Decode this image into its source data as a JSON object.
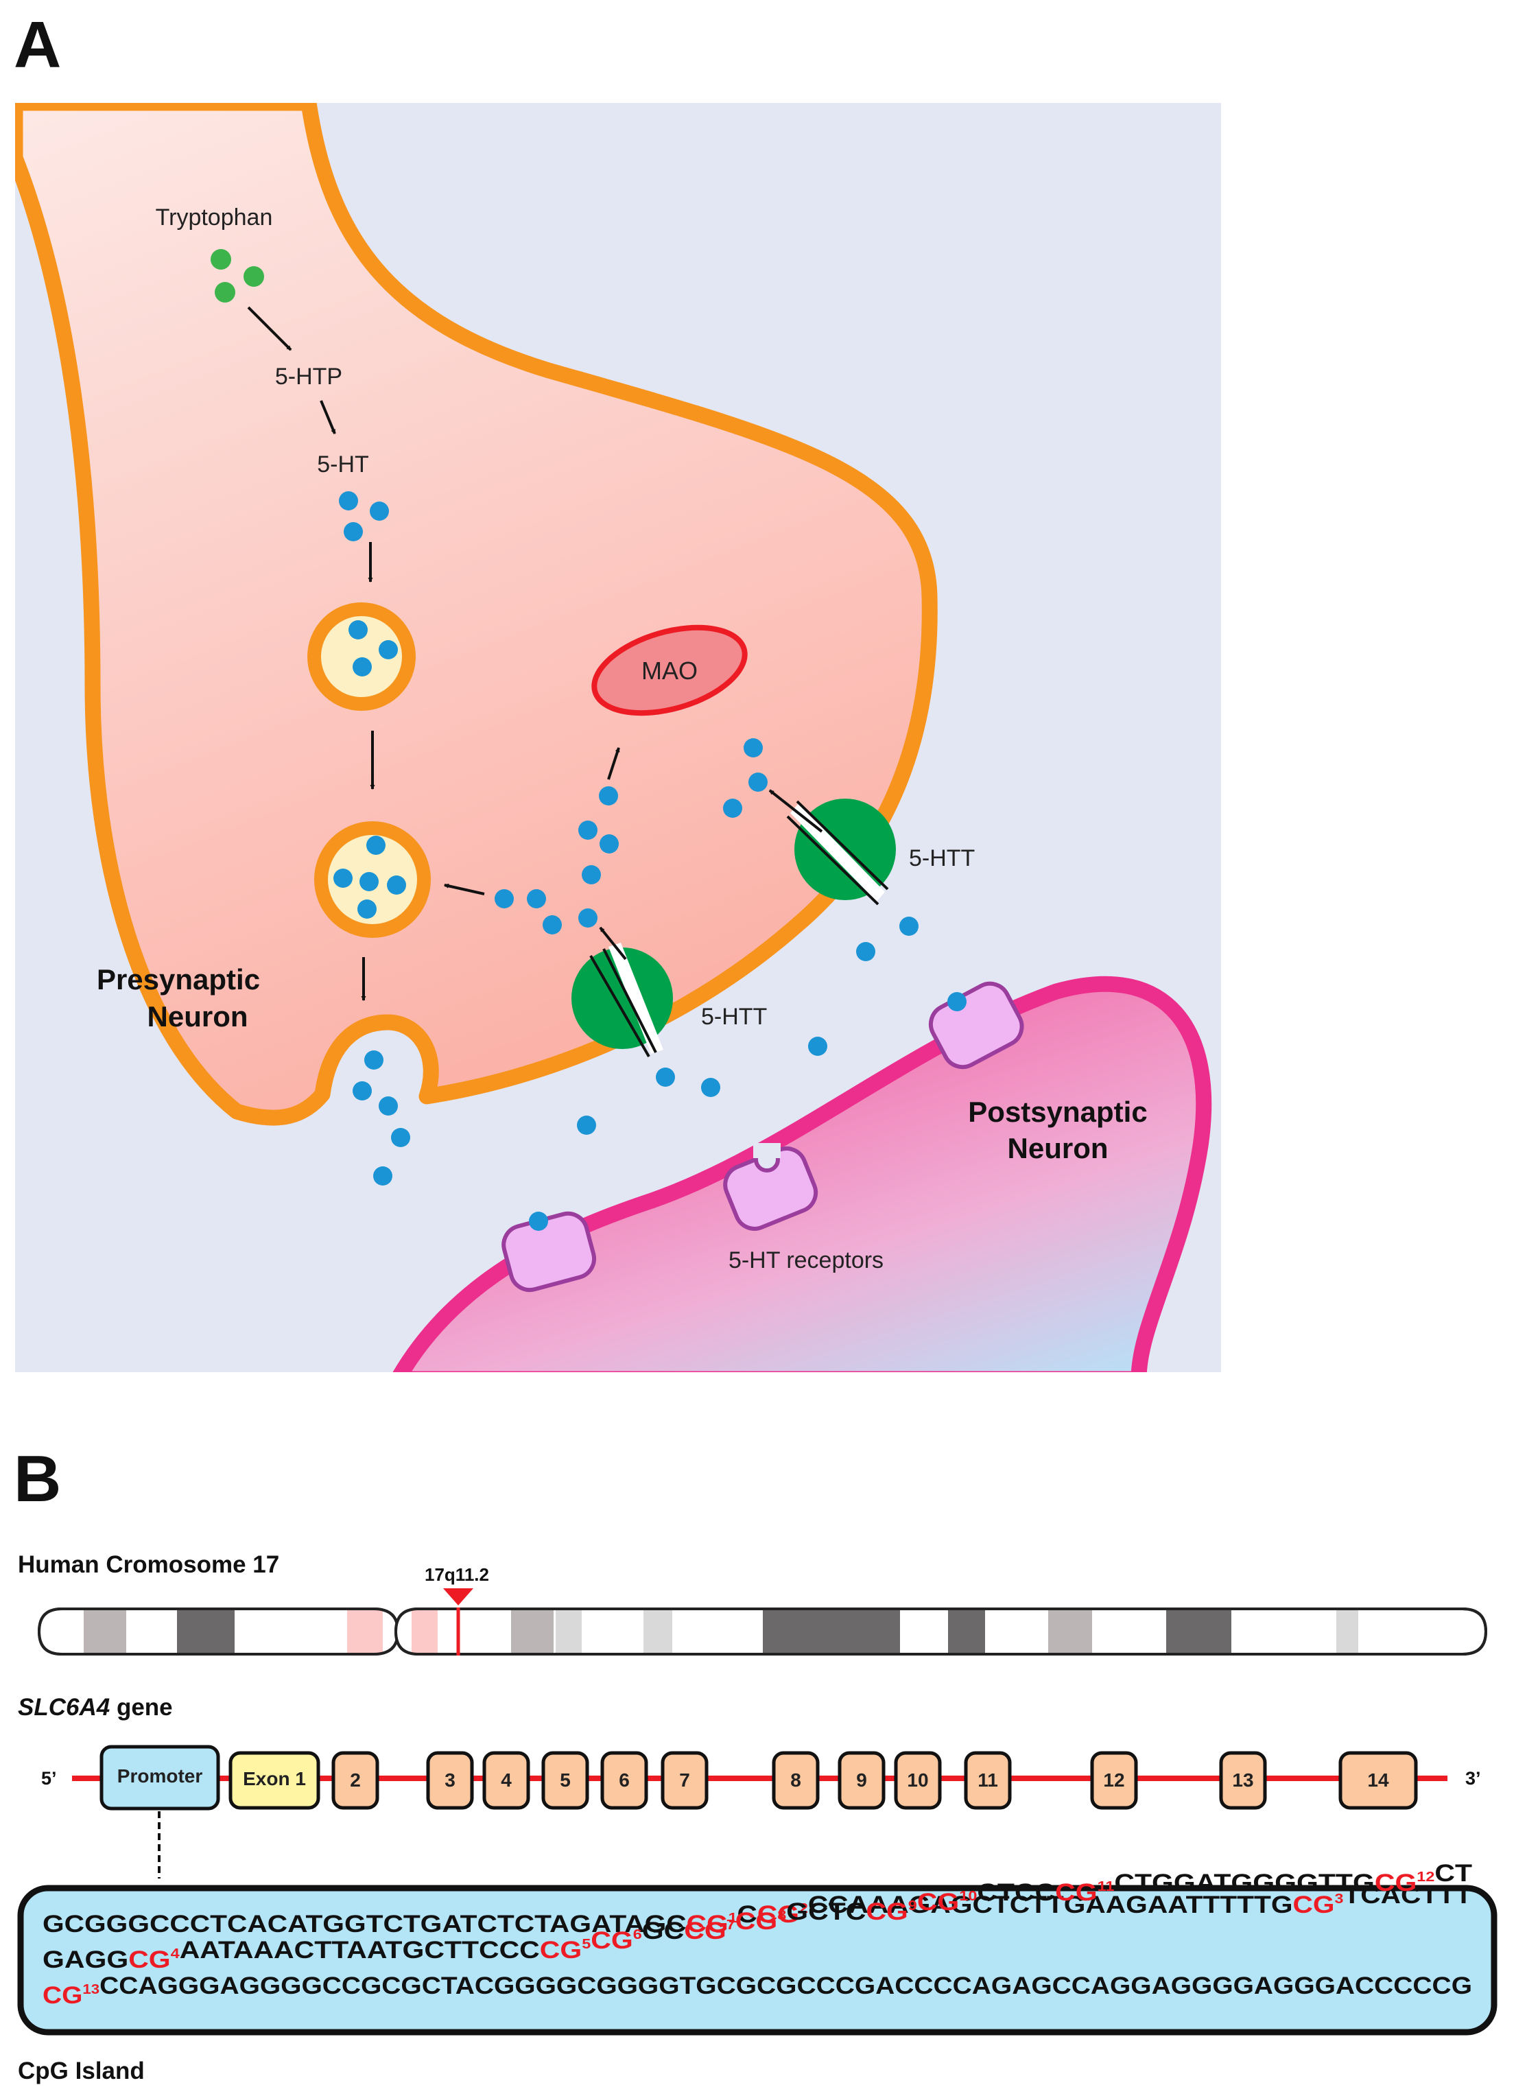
{
  "panel_a": {
    "label": "A",
    "molecules": {
      "tryptophan": "Tryptophan",
      "htp": "5-HTP",
      "ht": "5-HT"
    },
    "mao": "MAO",
    "transporter_upper": "5-HTT",
    "transporter_lower": "5-HTT",
    "presynaptic_line1": "Presynaptic",
    "presynaptic_line2": "Neuron",
    "postsynaptic_line1": "Postsynaptic",
    "postsynaptic_line2": "Neuron",
    "receptors": "5-HT receptors"
  },
  "panel_b": {
    "label": "B",
    "chromosome_title": "Human Cromosome 17",
    "locus": "17q11.2",
    "gene_name": "SLC6A4",
    "gene_suffix": " gene",
    "five_prime": "5’",
    "three_prime": "3’",
    "promoter": "Promoter",
    "exon1": "Exon 1",
    "exons": [
      "2",
      "3",
      "4",
      "5",
      "6",
      "7",
      "8",
      "9",
      "10",
      "11",
      "12",
      "13",
      "14"
    ],
    "cpg_label": "CpG Island",
    "sequence": {
      "line1": [
        {
          "t": "GCGGGCCCTCACATGGTCTGATCTCTAGATAGC"
        },
        {
          "t": "CG",
          "n": "1"
        },
        {
          "t": "C"
        },
        {
          "t": "CG",
          "n": "2"
        },
        {
          "t": "CCAAAGAGCTCTTGAAGAATTTTTG"
        },
        {
          "t": "CG",
          "n": "3"
        },
        {
          "t": "TCACTTT"
        }
      ],
      "line2": [
        {
          "t": "GAGG"
        },
        {
          "t": "CG",
          "n": "4"
        },
        {
          "t": "AATAAACTTAATGCTTCCC"
        },
        {
          "t": "CG",
          "n": "5"
        },
        {
          "t": "CG",
          "n": "6"
        },
        {
          "t": "GC"
        },
        {
          "t": "CG",
          "n": "7"
        },
        {
          "t": "CG",
          "n": "8"
        },
        {
          "t": "GCTC"
        },
        {
          "t": "CG",
          "n": "9"
        },
        {
          "t": "CG",
          "n": "10"
        },
        {
          "t": "CTCC"
        },
        {
          "t": "CG",
          "n": "11"
        },
        {
          "t": "CTGGATGGGGTTG"
        },
        {
          "t": "CG",
          "n": "12"
        },
        {
          "t": "CT"
        }
      ],
      "line3": [
        {
          "t": "CG",
          "n": "13"
        },
        {
          "t": "CCAGGGAGGGGCCGCGCTACGGGGCGGGGTGCGCGCCCGACCCCAGAGCCAGGAGGGGAGGGACCCCCG"
        }
      ]
    }
  },
  "colors": {
    "presynaptic_membrane": "#f7941d",
    "postsynaptic_membrane": "#ec2e8c",
    "serotonin": "#1a94d4",
    "tryptophan": "#3cb44b",
    "transporter": "#00a14b",
    "mao_fill": "#f28b8f",
    "mao_border": "#ed1c24",
    "cpg_red": "#ed1c24",
    "exon_fill": "#fcc8a0",
    "promoter_fill": "#b3e5f7",
    "exon1_fill": "#fff5a3",
    "background_panel": "#e3e6f3"
  }
}
